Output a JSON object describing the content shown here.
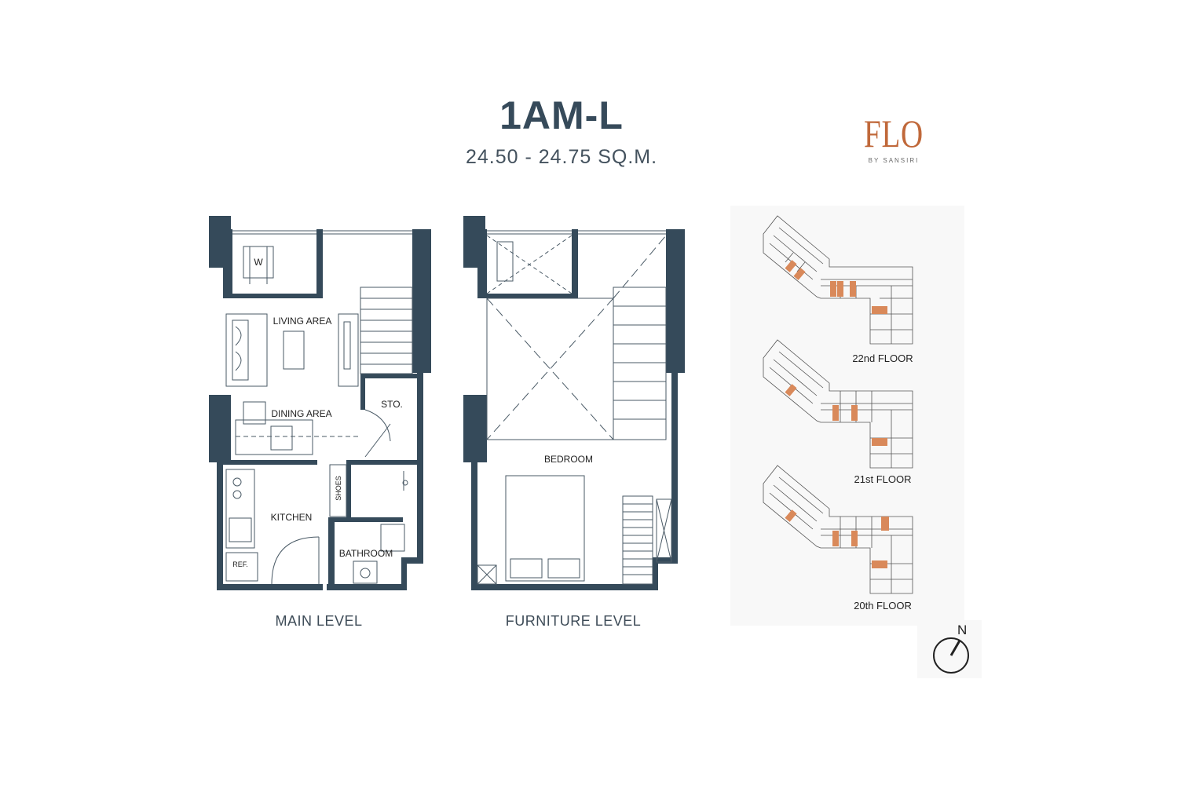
{
  "header": {
    "unit_type": "1AM-L",
    "area_range": "24.50 - 24.75 SQ.M."
  },
  "brand": {
    "name": "FLO",
    "tagline": "BY SANSIRI",
    "color": "#c0683a"
  },
  "main_level": {
    "caption": "MAIN LEVEL",
    "rooms": {
      "washer": "W",
      "living": "LIVING AREA",
      "dining": "DINING AREA",
      "storage": "STO.",
      "shoes": "SHOES",
      "kitchen": "KITCHEN",
      "bathroom": "BATHROOM",
      "refrigerator": "REF."
    }
  },
  "furniture_level": {
    "caption": "FURNITURE LEVEL",
    "rooms": {
      "bedroom": "BEDROOM"
    }
  },
  "key_plans": {
    "floors": [
      "22nd FLOOR",
      "21st FLOOR",
      "20th FLOOR"
    ],
    "highlight_color": "#d9895a"
  },
  "compass": {
    "label": "N",
    "icon": "north-arrow-icon"
  },
  "colors": {
    "wall": "#354a5a",
    "line": "#4a5a66"
  }
}
